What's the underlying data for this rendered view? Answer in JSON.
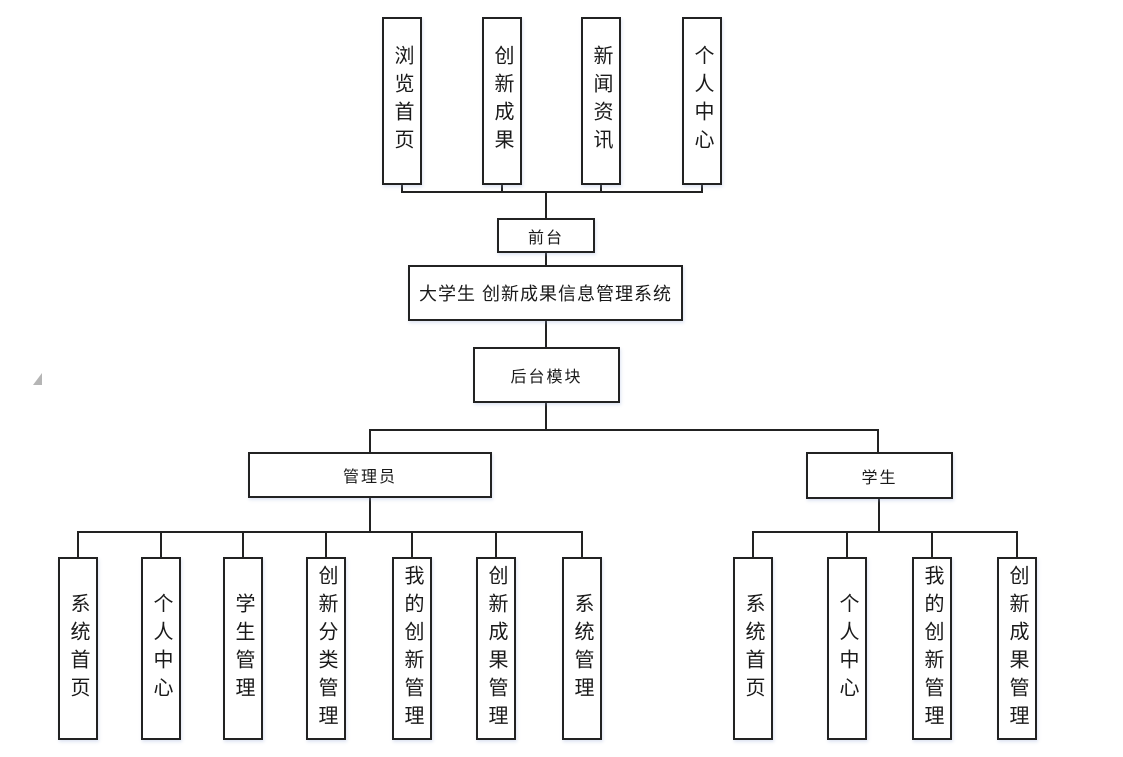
{
  "title": "大学生 创新成果信息管理系统",
  "front": {
    "label": "前台",
    "modules": [
      "浏览首页",
      "创新成果",
      "新闻资讯",
      "个人中心"
    ]
  },
  "back": {
    "label": "后台模块",
    "roles": [
      {
        "label": "管理员",
        "modules": [
          "系统首页",
          "个人中心",
          "学生管理",
          "创新分类管理",
          "我的创新管理",
          "创新成果管理",
          "系统管理"
        ]
      },
      {
        "label": "学生",
        "modules": [
          "系统首页",
          "个人中心",
          "我的创新管理",
          "创新成果管理"
        ]
      }
    ]
  },
  "colors": {
    "line": "#222222",
    "box_border": "#222222",
    "box_bg": "#ffffff",
    "text": "#1a1a1a"
  }
}
